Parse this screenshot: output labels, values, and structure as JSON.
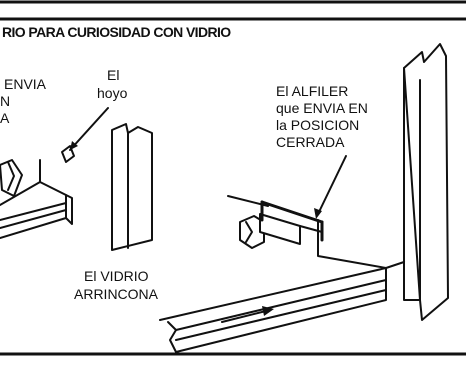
{
  "title": "RIO PARA CURIOSIDAD CON VIDRIO",
  "labels": {
    "left_fragment_1": "ENVIA",
    "left_fragment_2": "N",
    "left_fragment_3": "A",
    "hole_line1": "El",
    "hole_line2": "hoyo",
    "pin_line1": "El ALFILER",
    "pin_line2": "que ENVIA EN",
    "pin_line3": "la POSICION",
    "pin_line4": "CERRADA",
    "glass_line1": "El VIDRIO",
    "glass_line2": "ARRINCONA"
  },
  "colors": {
    "ink": "#111111",
    "background": "#ffffff"
  }
}
